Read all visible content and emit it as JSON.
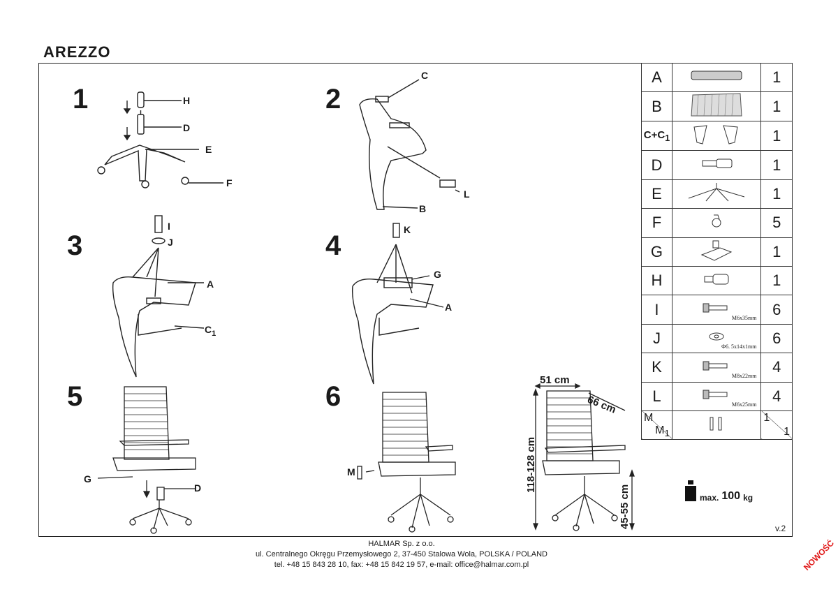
{
  "title": "AREZZO",
  "steps": [
    "1",
    "2",
    "3",
    "4",
    "5",
    "6"
  ],
  "labels": {
    "s1": [
      "H",
      "D",
      "E",
      "F"
    ],
    "s2": [
      "C",
      "L",
      "B"
    ],
    "s3": [
      "I",
      "J",
      "A",
      "C"
    ],
    "s3_sub": "1",
    "s4": [
      "K",
      "G",
      "A"
    ],
    "s5": [
      "G",
      "D"
    ],
    "s6": "M"
  },
  "parts": [
    {
      "letter": "A",
      "qty": "1",
      "icon": "seat-icon"
    },
    {
      "letter": "B",
      "qty": "1",
      "icon": "backrest-icon"
    },
    {
      "letter": "C+C",
      "letter_sub": "1",
      "qty": "1",
      "icon": "armrest-icon"
    },
    {
      "letter": "D",
      "qty": "1",
      "icon": "gas-lift-icon"
    },
    {
      "letter": "E",
      "qty": "1",
      "icon": "star-base-icon"
    },
    {
      "letter": "F",
      "qty": "5",
      "icon": "caster-icon"
    },
    {
      "letter": "G",
      "qty": "1",
      "icon": "mechanism-icon"
    },
    {
      "letter": "H",
      "qty": "1",
      "icon": "cover-icon"
    },
    {
      "letter": "I",
      "qty": "6",
      "icon": "bolt-icon",
      "spec": "M6x35mm"
    },
    {
      "letter": "J",
      "qty": "6",
      "icon": "washer-icon",
      "spec": "Φ6. 5x14x1mm"
    },
    {
      "letter": "K",
      "qty": "4",
      "icon": "bolt-icon",
      "spec": "M8x22mm"
    },
    {
      "letter": "L",
      "qty": "4",
      "icon": "bolt-icon",
      "spec": "M6x25mm"
    }
  ],
  "part_m": {
    "top": "M",
    "bottom": "M",
    "bottom_sub": "1",
    "qty_top": "1",
    "qty_bottom": "1"
  },
  "dimensions": {
    "width": "51 cm",
    "depth": "66 cm",
    "height": "118-128 cm",
    "seat_height": "45-55 cm"
  },
  "weight": {
    "prefix": "max.",
    "value": "100",
    "unit": "kg"
  },
  "version": "v.2",
  "footer": {
    "company": "HALMAR Sp. z o.o.",
    "address": "ul. Centralnego Okręgu Przemysłowego 2, 37-450 Stalowa Wola, POLSKA / POLAND",
    "contact": "tel. +48 15 843 28 10, fax: +48 15 842 19 57, e-mail: office@halmar.com.pl"
  },
  "badge": "NOWOŚĆ"
}
